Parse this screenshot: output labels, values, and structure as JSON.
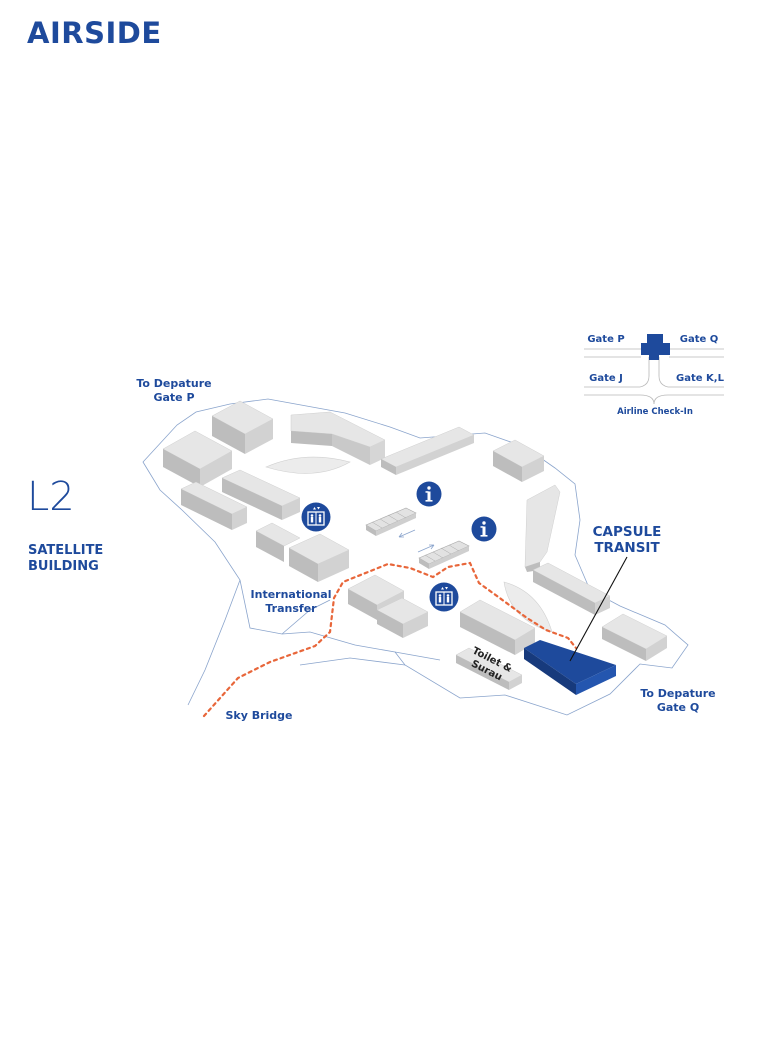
{
  "title": "AIRSIDE",
  "level": "L2",
  "building": "SATELLITE BUILDING",
  "labels": {
    "to_gate_p_line1": "To Depature",
    "to_gate_p_line2": "Gate P",
    "to_gate_q_line1": "To Depature",
    "to_gate_q_line2": "Gate Q",
    "international_line1": "International",
    "international_line2": "Transfer",
    "sky_bridge": "Sky Bridge",
    "toilet_line1": "Toilet &",
    "toilet_line2": "Surau",
    "capsule_line1": "CAPSULE",
    "capsule_line2": "TRANSIT"
  },
  "key_map": {
    "gate_p": "Gate P",
    "gate_q": "Gate Q",
    "gate_j": "Gate J",
    "gate_kl": "Gate K,L",
    "checkin": "Airline Check-In"
  },
  "icons": [
    "info-icon",
    "info-icon",
    "elevator-icon",
    "elevator-icon"
  ],
  "colors": {
    "brand": "#1e4a9c",
    "building_top": "#e6e6e6",
    "building_side": "#bdbdbd",
    "route": "#e8663a",
    "highlight": "#1e4a9c"
  }
}
